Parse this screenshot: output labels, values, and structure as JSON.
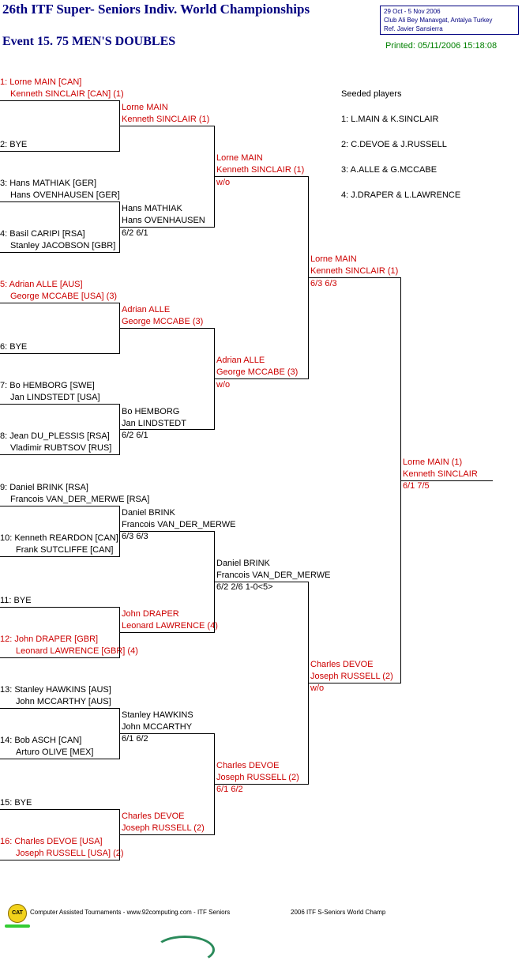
{
  "header": {
    "title": "26th ITF Super- Seniors Indiv. World Championships",
    "event": "Event 15. 75 MEN'S DOUBLES",
    "info_dates": "29 Oct - 5 Nov 2006",
    "info_venue": "Club Ali Bey Manavgat, Antalya   Turkey",
    "info_ref": "Ref. Javier Sansierra",
    "printed": "Printed: 05/11/2006 15:18:08"
  },
  "seeds": {
    "heading": "Seeded players",
    "list": [
      "1: L.MAIN & K.SINCLAIR",
      "2: C.DEVOE & J.RUSSELL",
      "3: A.ALLE & G.MCCABE",
      "4: J.DRAPER & L.LAWRENCE"
    ]
  },
  "r1": [
    {
      "a": "1: Lorne MAIN [CAN]",
      "b": "Kenneth SINCLAIR [CAN] (1)"
    },
    {
      "a": "2: BYE",
      "b": ""
    },
    {
      "a": "3: Hans MATHIAK [GER]",
      "b": "Hans OVENHAUSEN [GER]"
    },
    {
      "a": "4: Basil CARIPI [RSA]",
      "b": "Stanley JACOBSON [GBR]"
    },
    {
      "a": "5: Adrian ALLE [AUS]",
      "b": "George MCCABE [USA] (3)"
    },
    {
      "a": "6: BYE",
      "b": ""
    },
    {
      "a": "7: Bo HEMBORG [SWE]",
      "b": "Jan LINDSTEDT [USA]"
    },
    {
      "a": "8: Jean DU_PLESSIS [RSA]",
      "b": "Vladimir RUBTSOV [RUS]"
    },
    {
      "a": "9: Daniel BRINK [RSA]",
      "b": "Francois VAN_DER_MERWE [RSA]"
    },
    {
      "a": "10: Kenneth REARDON [CAN]",
      "b": "Frank SUTCLIFFE [CAN]"
    },
    {
      "a": "11: BYE",
      "b": ""
    },
    {
      "a": "12: John DRAPER [GBR]",
      "b": "Leonard LAWRENCE [GBR] (4)"
    },
    {
      "a": "13: Stanley HAWKINS [AUS]",
      "b": "John MCCARTHY [AUS]"
    },
    {
      "a": "14: Bob ASCH [CAN]",
      "b": "Arturo OLIVE [MEX]"
    },
    {
      "a": "15: BYE",
      "b": ""
    },
    {
      "a": "16: Charles DEVOE [USA]",
      "b": "Joseph RUSSELL [USA] (2)"
    }
  ],
  "r2": [
    {
      "a": "Lorne MAIN",
      "b": "Kenneth SINCLAIR (1)",
      "score": ""
    },
    {
      "a": "Hans MATHIAK",
      "b": "Hans OVENHAUSEN",
      "score": "6/2 6/1"
    },
    {
      "a": "Adrian ALLE",
      "b": "George MCCABE (3)",
      "score": ""
    },
    {
      "a": "Bo HEMBORG",
      "b": "Jan LINDSTEDT",
      "score": "6/2 6/1"
    },
    {
      "a": "Daniel BRINK",
      "b": "Francois VAN_DER_MERWE",
      "score": "6/3 6/3"
    },
    {
      "a": "John DRAPER",
      "b": "Leonard LAWRENCE (4)",
      "score": ""
    },
    {
      "a": "Stanley HAWKINS",
      "b": "John MCCARTHY",
      "score": "6/1 6/2"
    },
    {
      "a": "Charles DEVOE",
      "b": "Joseph RUSSELL (2)",
      "score": ""
    }
  ],
  "r3": [
    {
      "a": "Lorne MAIN",
      "b": "Kenneth SINCLAIR (1)",
      "score": "w/o"
    },
    {
      "a": "Adrian ALLE",
      "b": "George MCCABE (3)",
      "score": "w/o"
    },
    {
      "a": "Daniel BRINK",
      "b": "Francois VAN_DER_MERWE",
      "score": "6/2 2/6 1-0<5>"
    },
    {
      "a": "Charles DEVOE",
      "b": "Joseph RUSSELL (2)",
      "score": "6/1 6/2"
    }
  ],
  "r4": [
    {
      "a": "Lorne MAIN",
      "b": "Kenneth SINCLAIR (1)",
      "score": "6/3 6/3"
    },
    {
      "a": "Charles DEVOE",
      "b": "Joseph RUSSELL (2)",
      "score": "w/o"
    }
  ],
  "r5": [
    {
      "a": "Lorne MAIN (1)",
      "b": "Kenneth SINCLAIR",
      "score": "6/1 7/5"
    }
  ],
  "footer": {
    "logo": "CAT",
    "left": "Computer Assisted Tournaments - www.92computing.com -  ITF Seniors",
    "right": "2006 ITF S-Seniors World Champ"
  }
}
